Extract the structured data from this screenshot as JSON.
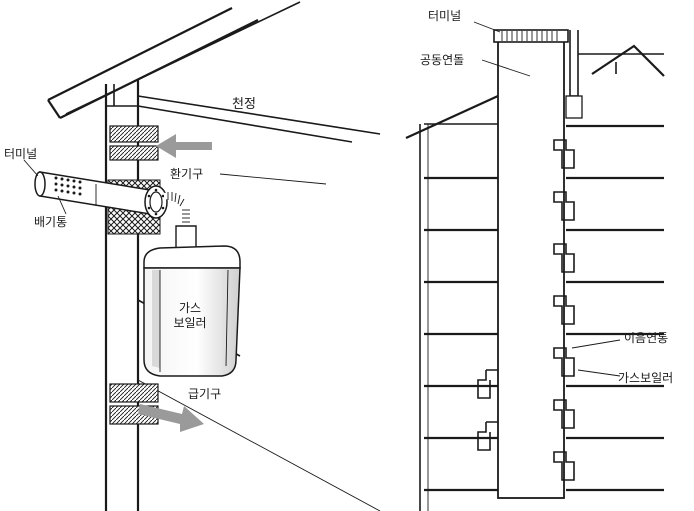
{
  "left_diagram": {
    "labels": {
      "ceiling": "천정",
      "terminal": "터미널",
      "exhaust_pipe": "배기통",
      "vent_outlet": "환기구",
      "gas_boiler": "가스\n보일러",
      "supply_vent": "급기구"
    }
  },
  "right_diagram": {
    "labels": {
      "terminal": "터미널",
      "common_chimney": "공동연돌",
      "connecting_flue": "이음연통",
      "gas_boiler": "가스보일러"
    }
  },
  "colors": {
    "line": "#1a1a1a",
    "arrow_gray": "#9a9a9a",
    "boiler_shade": "#d9d9d9"
  }
}
